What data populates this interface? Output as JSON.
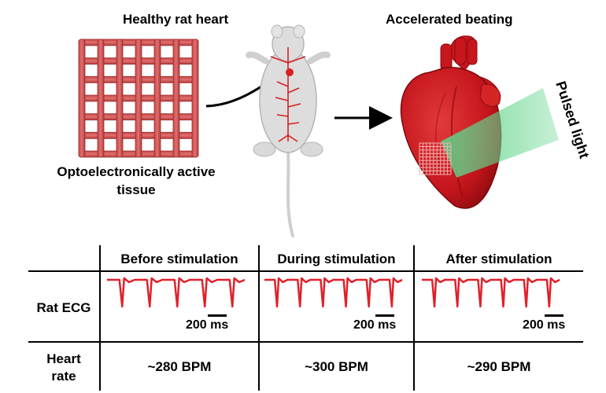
{
  "labels": {
    "healthy_heart": "Healthy rat heart",
    "accelerated": "Accelerated beating",
    "tissue_line1": "Optoelectronically active",
    "tissue_line2": "tissue",
    "pulsed_light": "Pulsed light"
  },
  "table": {
    "columns": [
      "Before stimulation",
      "During stimulation",
      "After stimulation"
    ],
    "row_ecg": "Rat ECG",
    "row_rate_line1": "Heart",
    "row_rate_line2": "rate",
    "scale_label": "200 ms",
    "heart_rates": [
      "~280 BPM",
      "~300 BPM",
      "~290 BPM"
    ]
  },
  "ecg_beats": [
    5,
    6,
    6
  ],
  "colors": {
    "scaffold": "#d95555",
    "scaffold_dark": "#a83232",
    "heart": "#c8161d",
    "ecg": "#e0202a",
    "light": "#5fd38a",
    "rat": "#d9d9d9",
    "vessels": "#d42020"
  }
}
